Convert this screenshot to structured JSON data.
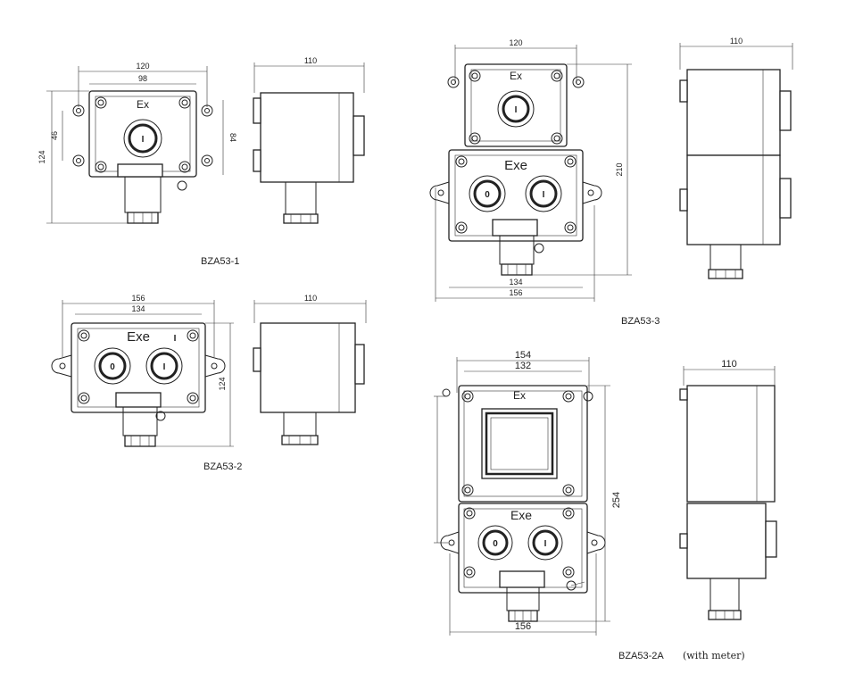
{
  "colors": {
    "ink": "#222222",
    "background": "#ffffff"
  },
  "bza53_1": {
    "caption": "BZA53-1",
    "front": {
      "w_outer": "120",
      "w_inner": "98",
      "height": "124",
      "v_left": "46",
      "v_right": "84",
      "marking": "Ex",
      "button": "I"
    },
    "side": {
      "width": "110"
    }
  },
  "bza53_2": {
    "caption": "BZA53-2",
    "front": {
      "w_outer": "156",
      "w_inner": "134",
      "height": "124",
      "marking": "Exe",
      "marking_right": "I",
      "button_left": "0",
      "button_right": "I"
    },
    "side": {
      "width": "110"
    }
  },
  "bza53_3": {
    "caption": "BZA53-3",
    "front": {
      "w_top": "120",
      "height": "210",
      "w_inner": "134",
      "w_outer": "156",
      "marking_top": "Ex",
      "button_top": "I",
      "marking_bottom": "Exe",
      "button_left": "0",
      "button_right": "I"
    },
    "side": {
      "width": "110"
    }
  },
  "bza53_2a": {
    "caption": "BZA53-2A",
    "caption_note": "(with meter)",
    "front": {
      "w_outer": "154",
      "w_inner": "132",
      "height": "254",
      "w_bottom": "156",
      "marking_top": "Ex",
      "marking_bottom": "Exe",
      "button_left": "0",
      "button_right": "I"
    },
    "side": {
      "width": "110"
    }
  }
}
